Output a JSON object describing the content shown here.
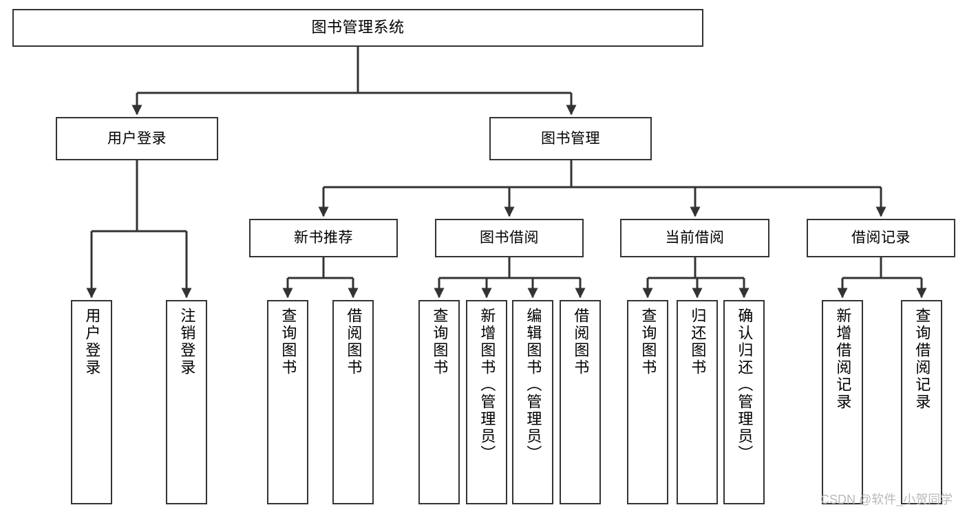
{
  "diagram": {
    "type": "tree",
    "title": "图书管理系统",
    "colors": {
      "node_border": "#333333",
      "node_fill": "#ffffff",
      "connector": "#333333",
      "watermark": "#b9b9b9",
      "background": "#ffffff"
    },
    "root": {
      "label": "图书管理系统"
    },
    "level2": [
      {
        "label": "用户登录"
      },
      {
        "label": "图书管理"
      }
    ],
    "level3": [
      {
        "label": "新书推荐"
      },
      {
        "label": "图书借阅"
      },
      {
        "label": "当前借阅"
      },
      {
        "label": "借阅记录"
      }
    ],
    "leaves": {
      "user_login": [
        {
          "label": "用户登录"
        },
        {
          "label": "注销登录"
        }
      ],
      "new_book_recommend": [
        {
          "label": "查询图书"
        },
        {
          "label": "借阅图书"
        }
      ],
      "book_borrow": [
        {
          "label": "查询图书"
        },
        {
          "label": "新增图书（管理员）"
        },
        {
          "label": "编辑图书（管理员）"
        },
        {
          "label": "借阅图书"
        }
      ],
      "current_borrow": [
        {
          "label": "查询图书"
        },
        {
          "label": "归还图书"
        },
        {
          "label": "确认归还（管理员）"
        }
      ],
      "borrow_record": [
        {
          "label": "新增借阅记录"
        },
        {
          "label": "查询借阅记录"
        }
      ]
    }
  },
  "watermark": {
    "text": "CSDN @软件_小贺同学"
  }
}
